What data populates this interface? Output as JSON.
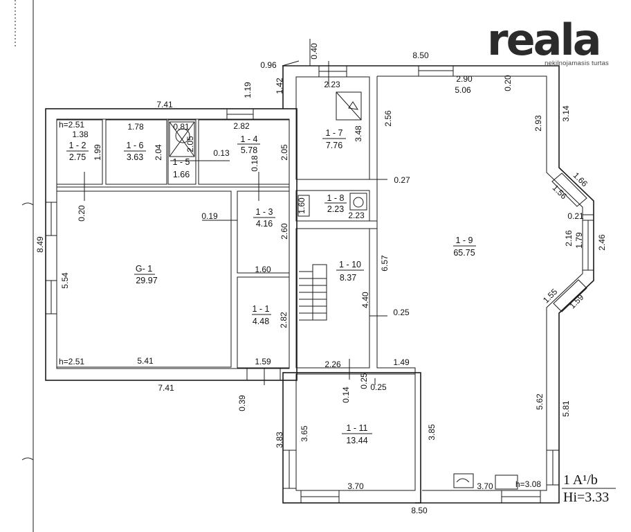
{
  "brand": {
    "name": "reala",
    "tagline": "nekilnojamasis turtas"
  },
  "stamp": {
    "line1": "1 A¹/b",
    "line2": "Hi=3.33"
  },
  "rooms": [
    {
      "id": "G-1",
      "label": "G- 1",
      "area": "29.97"
    },
    {
      "id": "1-1",
      "label": "1 - 1",
      "area": "4.48"
    },
    {
      "id": "1-2",
      "label": "1 - 2",
      "area": "2.75"
    },
    {
      "id": "1-3",
      "label": "1 - 3",
      "area": "4.16"
    },
    {
      "id": "1-4",
      "label": "1 - 4",
      "area": "5.78"
    },
    {
      "id": "1-5",
      "label": "1 - 5",
      "area": "1.66"
    },
    {
      "id": "1-6",
      "label": "1 - 6",
      "area": "3.63"
    },
    {
      "id": "1-7",
      "label": "1 - 7",
      "area": "7.76"
    },
    {
      "id": "1-8",
      "label": "1 - 8",
      "area": "2.23"
    },
    {
      "id": "1-9",
      "label": "1 - 9",
      "area": "65.75"
    },
    {
      "id": "1-10",
      "label": "1 - 10",
      "area": "8.37"
    },
    {
      "id": "1-11",
      "label": "1 - 11",
      "area": "13.44"
    }
  ],
  "heights": [
    "h=2.51",
    "h=2.51",
    "h=3.08"
  ],
  "dimensions": [
    "0.40",
    "8.50",
    "0.96",
    "2.23",
    "1.19",
    "1.42",
    "2.90",
    "5.06",
    "0.20",
    "7.41",
    "2.56",
    "2.93",
    "3.14",
    "1.38",
    "1.78",
    "0.81",
    "2.82",
    "1.99",
    "2.04",
    "2.05",
    "0.13",
    "2.05",
    "0.18",
    "3.48",
    "1.66",
    "1.56",
    "0.27",
    "0.20",
    "1.60",
    "2.23",
    "0.21",
    "0.19",
    "2.60",
    "2.16",
    "1.79",
    "2.46",
    "8.49",
    "6.57",
    "1.60",
    "5.54",
    "4.40",
    "0.25",
    "1.55",
    "1.59",
    "2.82",
    "5.41",
    "1.59",
    "2.26",
    "1.49",
    "0.25",
    "0.25",
    "7.41",
    "0.14",
    "5.62",
    "5.81",
    "0.39",
    "3.83",
    "3.65",
    "3.85",
    "3.70",
    "3.70",
    "8.50"
  ]
}
